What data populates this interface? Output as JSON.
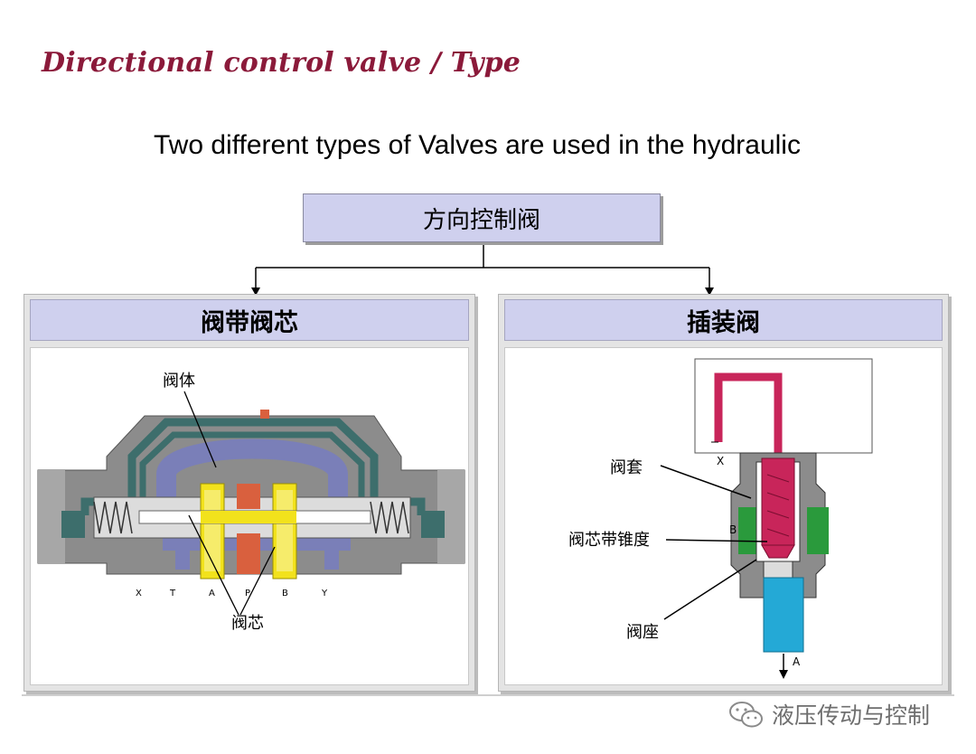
{
  "title": "Directional control valve / Type",
  "subtitle": "Two different types of Valves are used in the hydraulic",
  "root": {
    "label": "方向控制阀"
  },
  "left_panel": {
    "heading": "阀带阀芯",
    "labels": {
      "body": "阀体",
      "spool": "阀芯"
    },
    "ports": [
      "X",
      "T",
      "A",
      "P",
      "B",
      "Y"
    ]
  },
  "right_panel": {
    "heading": "插装阀",
    "labels": {
      "sleeve": "阀套",
      "poppet": "阀芯带锥度",
      "seat": "阀座"
    },
    "ports": {
      "x": "X",
      "b": "B",
      "a": "A"
    }
  },
  "watermark": {
    "text": "液压传动与控制",
    "icon": "wechat-icon"
  },
  "colors": {
    "title": "#8b1a3a",
    "box_fill": "#cfd0ee",
    "housing": "#8c8c8c",
    "channel": "#3d6e6c",
    "spool": "#f2e21c",
    "pressure": "#d9603e",
    "tank": "#7a7fb8",
    "poppet": "#c8255a",
    "port_a": "#24a9d6",
    "port_b": "#2a9a3c"
  }
}
